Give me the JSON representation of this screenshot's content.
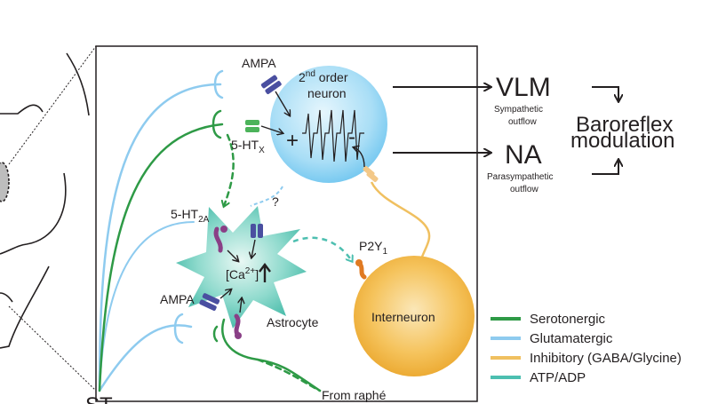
{
  "colors": {
    "serotonergic": "#2e9a46",
    "glutamatergic": "#8ecbef",
    "inhibitory": "#f0c060",
    "atp_adp": "#4dbfb0",
    "neuron_fill": "#8fd3f5",
    "astrocyte_fill": "#49c2b0",
    "interneuron_fill": "#f3b43a",
    "receptor_blue": "#4a4fa0",
    "receptor_purple": "#8a3f86",
    "receptor_orange": "#e07a22",
    "receptor_green": "#4cb35a",
    "receptor_peach": "#f3c888"
  },
  "neuron": {
    "label_line1": "2",
    "label_sup": "nd",
    "label_line1_rest": " order",
    "label_line2": "neuron"
  },
  "astrocyte": {
    "label": "Astrocyte",
    "calcium_base": "[Ca",
    "calcium_sup": "2+",
    "calcium_close": "]"
  },
  "interneuron": {
    "label": "Interneuron"
  },
  "receptors": {
    "ampa_top": "AMPA",
    "ht_x_base": "5-HT",
    "ht_x_sub": "X",
    "ht_2a_base": "5-HT",
    "ht_2a_sub": "2A",
    "ampa_astro": "AMPA",
    "p2y_base": "P2Y",
    "p2y_sub": "1",
    "question": "?"
  },
  "signs": {
    "plus": "+",
    "minus": "-"
  },
  "outputs": {
    "vlm": "VLM",
    "vlm_sub1": "Sympathetic",
    "vlm_sub2": "outflow",
    "na": "NA",
    "na_sub1": "Parasympathetic",
    "na_sub2": "outflow",
    "baroreflex1": "Baroreflex",
    "baroreflex2": "modulation"
  },
  "source_st": "ST",
  "from_raphe": "From raphé",
  "legend": [
    {
      "label": "Serotonergic",
      "color": "#2e9a46"
    },
    {
      "label": "Glutamatergic",
      "color": "#8ecbef"
    },
    {
      "label": "Inhibitory (GABA/Glycine)",
      "color": "#f0c060"
    },
    {
      "label": "ATP/ADP",
      "color": "#4dbfb0"
    }
  ]
}
